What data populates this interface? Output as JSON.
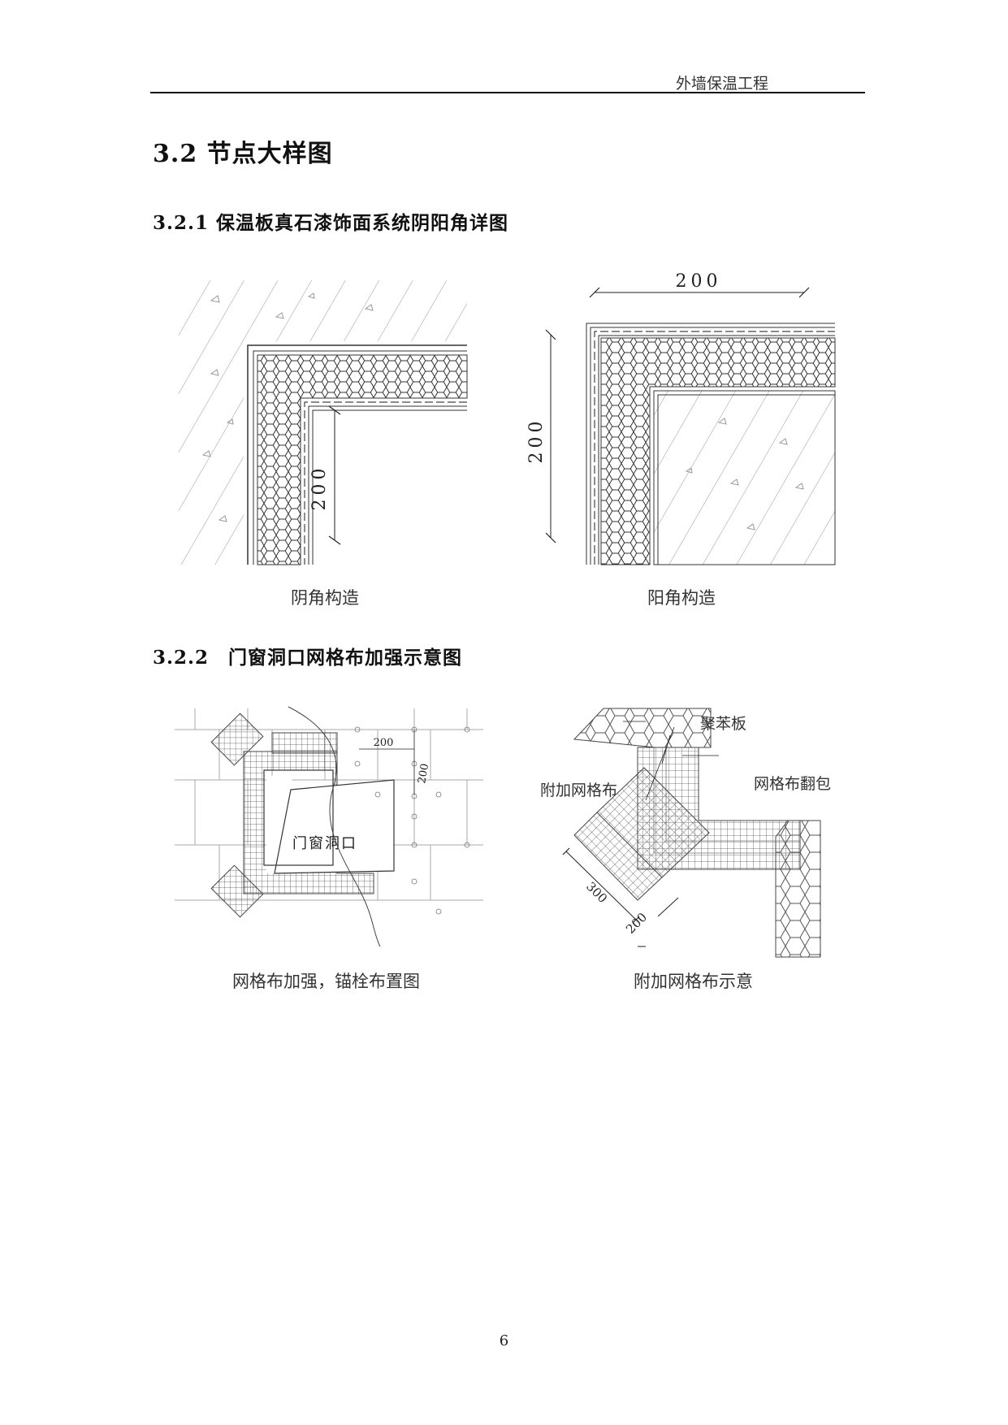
{
  "header": {
    "running_title": "外墙保温工程"
  },
  "section": {
    "title": "3.2 节点大样图"
  },
  "subsections": [
    {
      "title": "3.2.1 保温板真石漆饰面系统阴阳角详图",
      "figures": [
        {
          "caption": "阴角构造",
          "dimension": "200"
        },
        {
          "caption": "阳角构造",
          "dimension_top": "200",
          "dimension_side": "200"
        }
      ]
    },
    {
      "title": "3.2.2　门窗洞口网格布加强示意图",
      "figures": [
        {
          "caption": "网格布加强，锚栓布置图",
          "label_opening": "门窗洞口",
          "dim_a": "200",
          "dim_b": "200"
        },
        {
          "caption": "附加网格布示意",
          "label_eps": "聚苯板",
          "label_extra_mesh": "附加网格布",
          "label_wrap": "网格布翻包",
          "dim_300": "300",
          "dim_200": "200"
        }
      ]
    }
  ],
  "footer": {
    "page_number": "6"
  }
}
